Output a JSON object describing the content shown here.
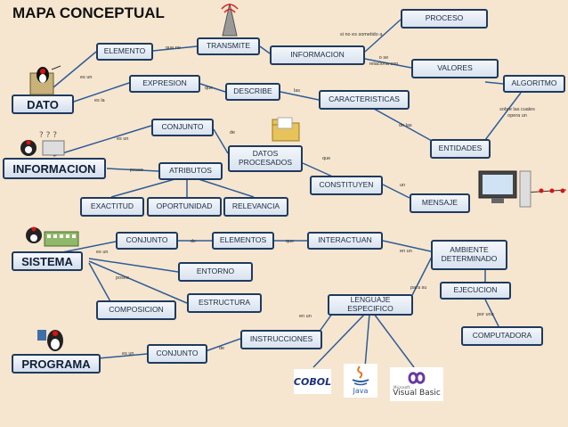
{
  "title": "MAPA CONCEPTUAL",
  "nodes": {
    "dato": "DATO",
    "informacion_main": "INFORMACION",
    "sistema": "SISTEMA",
    "programa": "PROGRAMA",
    "elemento": "ELEMENTO",
    "transmite": "TRANSMITE",
    "informacion": "INFORMACION",
    "proceso": "PROCESO",
    "valores": "VALORES",
    "algoritmo": "ALGORITMO",
    "expresion": "EXPRESION",
    "describe": "DESCRIBE",
    "caracteristicas": "CARACTERISTICAS",
    "conjunto1": "CONJUNTO",
    "datos_procesados": "DATOS PROCESADOS",
    "entidades": "ENTIDADES",
    "atributos": "ATRIBUTOS",
    "constituyen": "CONSTITUYEN",
    "mensaje": "MENSAJE",
    "exactitud": "EXACTITUD",
    "oportunidad": "OPORTUNIDAD",
    "relevancia": "RELEVANCIA",
    "conjunto2": "CONJUNTO",
    "elementos": "ELEMENTOS",
    "interactuan": "INTERACTUAN",
    "ambiente": "AMBIENTE DETERMINADO",
    "entorno": "ENTORNO",
    "estructura": "ESTRUCTURA",
    "composicion": "COMPOSICION",
    "lenguaje": "LENGUAJE ESPECIFICO",
    "ejecucion": "EJECUCION",
    "computadora": "COMPUTADORA",
    "instrucciones": "INSTRUCCIONES",
    "conjunto3": "CONJUNTO"
  },
  "links": {
    "es_un_1": "es un",
    "es_la": "es la",
    "que_no": "que no",
    "si_no": "si no es sometido a",
    "o_se": "o se relaciona con",
    "que_1": "que",
    "las": "las",
    "sobre_las": "sobre las cuales opera un",
    "de_las": "de las",
    "es_un_2": "es un",
    "de_1": "de",
    "posee_1": "posee",
    "que_2": "que",
    "un": "un",
    "es_un_3": "es un",
    "de_2": "de",
    "que_3": "que",
    "en_un_1": "en un",
    "posee_2": "posee",
    "para_su": "para su",
    "por_una": "por una",
    "en_un_2": "en un",
    "es_un_4": "es un",
    "de_3": "de"
  },
  "logos": {
    "cobol": "COBOL",
    "java": "Java",
    "vb_top": "Microsoft",
    "vb": "Visual Basic"
  },
  "colors": {
    "background": "#f6e6cf",
    "box_border": "#1f3a5f",
    "connector": "#2e5c99"
  }
}
